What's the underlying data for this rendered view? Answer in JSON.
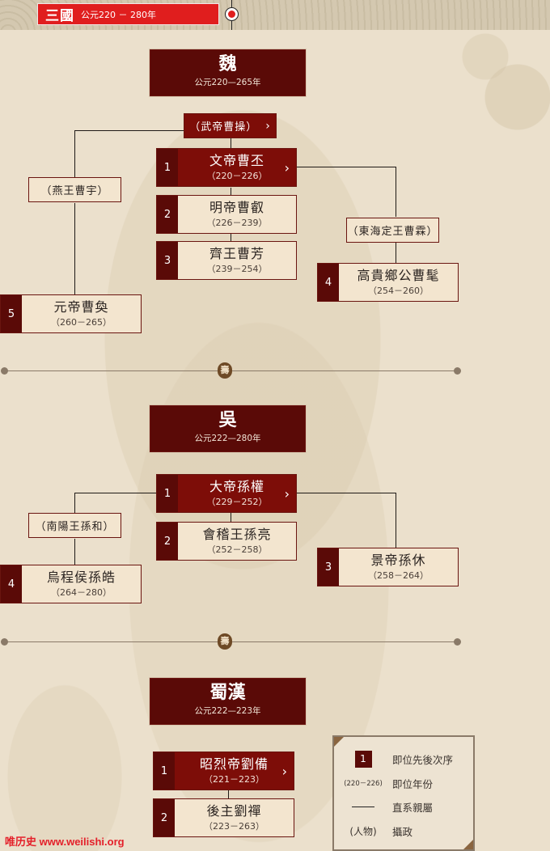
{
  "header": {
    "era_name": "三國",
    "era_years": "公元220 － 280年"
  },
  "kingdoms": [
    {
      "name": "魏",
      "years": "公元220—265年",
      "ancestors": [
        {
          "label": "（武帝曹操）",
          "chevron": "›",
          "active": true
        },
        {
          "label": "（燕王曹宇）"
        },
        {
          "label": "（東海定王曹霖）"
        }
      ],
      "rulers": [
        {
          "order": "1",
          "name": "文帝曹丕",
          "years": "（220－226）",
          "chevron": "›",
          "active": true
        },
        {
          "order": "2",
          "name": "明帝曹叡",
          "years": "（226－239）"
        },
        {
          "order": "3",
          "name": "齊王曹芳",
          "years": "（239－254）"
        },
        {
          "order": "4",
          "name": "高貴鄉公曹髦",
          "years": "（254－260）"
        },
        {
          "order": "5",
          "name": "元帝曹奐",
          "years": "（260－265）"
        }
      ]
    },
    {
      "name": "吳",
      "years": "公元222—280年",
      "ancestors": [
        {
          "label": "（南陽王孫和）"
        }
      ],
      "rulers": [
        {
          "order": "1",
          "name": "大帝孫權",
          "years": "（229－252）",
          "chevron": "›",
          "active": true
        },
        {
          "order": "2",
          "name": "會稽王孫亮",
          "years": "（252－258）"
        },
        {
          "order": "3",
          "name": "景帝孫休",
          "years": "（258－264）"
        },
        {
          "order": "4",
          "name": "烏程侯孫皓",
          "years": "（264－280）"
        }
      ]
    },
    {
      "name": "蜀漢",
      "years": "公元222—223年",
      "rulers": [
        {
          "order": "1",
          "name": "昭烈帝劉備",
          "years": "（221－223）",
          "chevron": "›",
          "active": true
        },
        {
          "order": "2",
          "name": "後主劉禪",
          "years": "（223－263）"
        }
      ]
    }
  ],
  "divider": {
    "emblem": "壽"
  },
  "legend": {
    "items": [
      {
        "key": "1",
        "desc": "即位先後次序"
      },
      {
        "key": "(220－226)",
        "desc": "即位年份"
      },
      {
        "key": "line",
        "desc": "直系親屬"
      },
      {
        "key": "(人物)",
        "desc": "攝政"
      }
    ]
  },
  "watermark": "唯历史 www.weilishi.org",
  "colors": {
    "era_red": "#e01e1e",
    "kingdom_bg": "#5a0a07",
    "active_ruler_bg": "#7d0d08",
    "ruler_bg": "#f3e5cf",
    "page_bg": "#ebe0cc"
  }
}
